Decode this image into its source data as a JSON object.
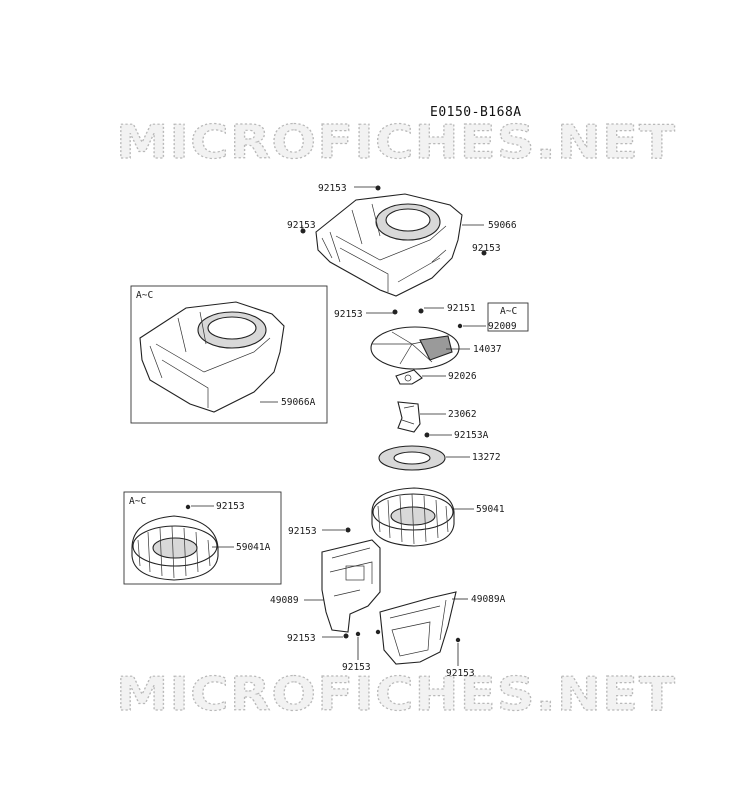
{
  "diagram_code": "E0150-B168A",
  "watermark": "MICROFICHES.NET",
  "inset_tag": "A~C",
  "parts": {
    "screw_top": "92153",
    "screw_left": "92153",
    "shroud": "59066",
    "screw_right": "92153",
    "screw_mid": "92153",
    "bolt_92151": "92151",
    "screen": "14037",
    "screw_92009": "92009",
    "bracket_92026": "92026",
    "bracket_23062": "23062",
    "screw_92153a": "92153A",
    "plate_13272": "13272",
    "flywheel": "59041",
    "screw_cover": "92153",
    "cover_49089": "49089",
    "cover_49089a": "49089A",
    "screw_low_left": "92153",
    "screw_low_mid": "92153",
    "screw_low_right": "92153",
    "inset_shroud": "59066A",
    "inset_screw": "92153",
    "inset_flywheel": "59041A"
  }
}
